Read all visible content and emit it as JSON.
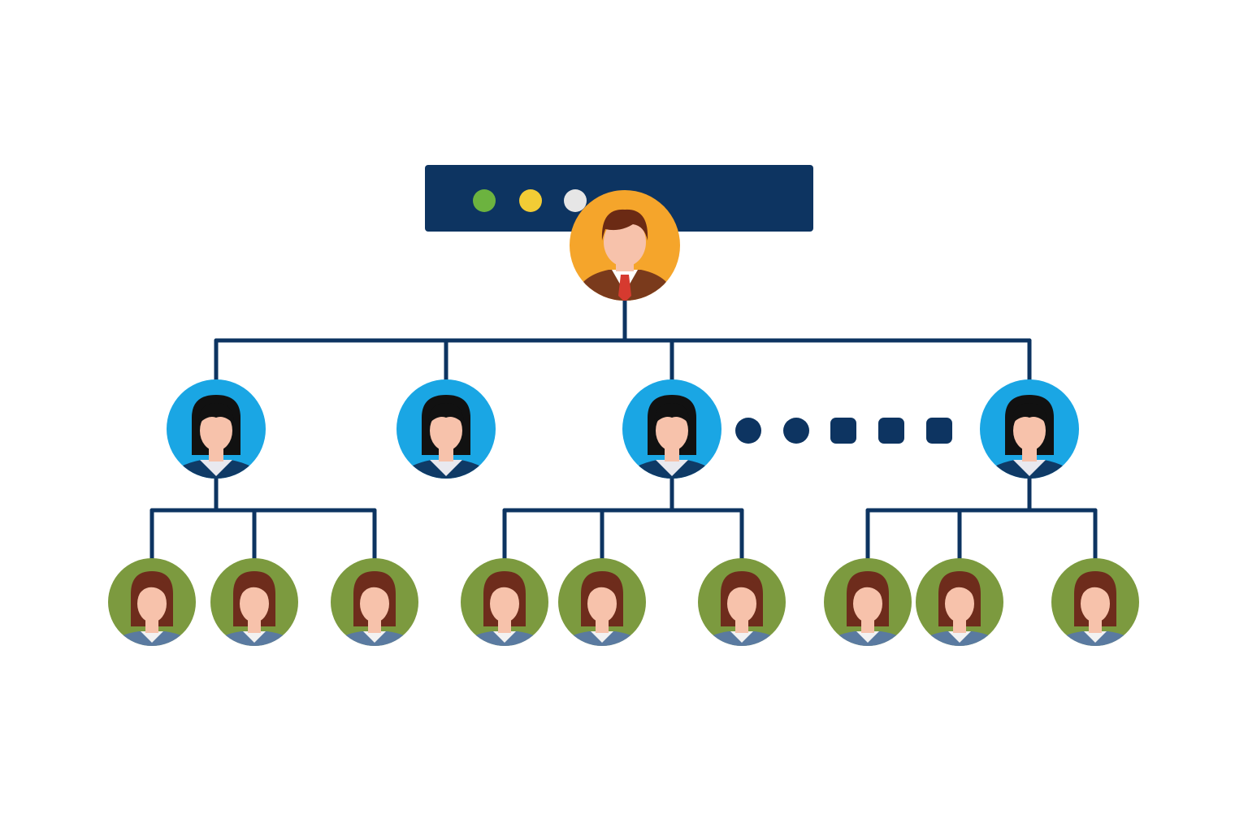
{
  "colors": {
    "navy": "#0d3461",
    "ceo_bg": "#f5a52b",
    "manager_bg": "#1aa6e4",
    "staff_bg": "#7c9a3f",
    "skin": "#f7c2ab",
    "dot_green": "#6cb33f",
    "dot_yellow": "#f2cc35",
    "dot_white": "#e6e6e6",
    "hair_male": "#6b2a14",
    "hair_dark": "#111111",
    "hair_brown": "#6e2c1c",
    "suit_brown": "#7a3a1c",
    "tie_red": "#d63a2f",
    "shirt_white": "#ffffff",
    "manager_suit": "#0f3a66",
    "staff_top": "#5a7aa0"
  },
  "header_bar": {
    "dots": [
      {
        "color_key": "dot_green",
        "icon": "status-dot-green-icon"
      },
      {
        "color_key": "dot_yellow",
        "icon": "status-dot-yellow-icon"
      },
      {
        "color_key": "dot_white",
        "icon": "status-dot-white-icon"
      }
    ]
  },
  "ceo": {
    "icon": "male-executive-avatar-icon"
  },
  "managers": [
    {
      "icon": "female-manager-avatar-icon",
      "staff_count": 3
    },
    {
      "icon": "female-manager-avatar-icon",
      "staff_count": 0
    },
    {
      "icon": "female-manager-avatar-icon",
      "staff_count": 3
    },
    {
      "icon": "female-manager-avatar-icon",
      "staff_count": 3
    }
  ],
  "ellipsis": {
    "icon": "more-nodes-ellipsis-icon",
    "count": 5
  },
  "staff_icon": "female-staff-avatar-icon"
}
